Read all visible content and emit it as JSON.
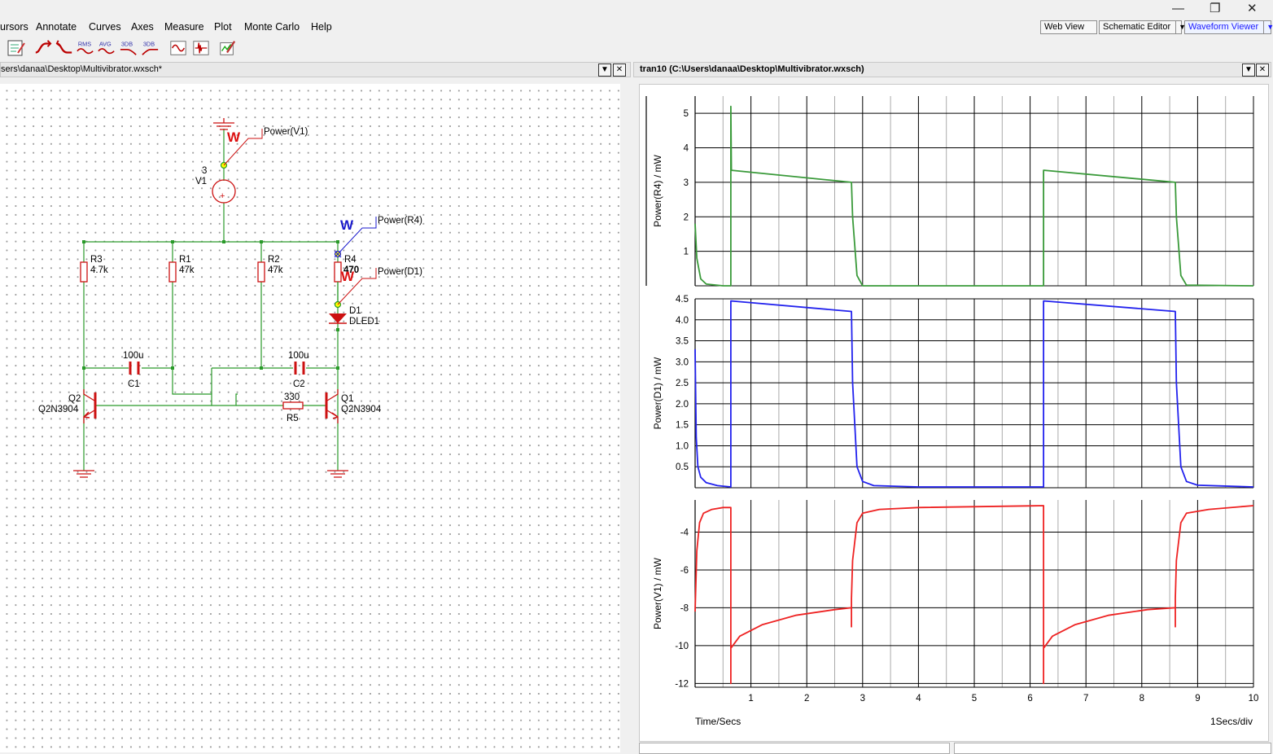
{
  "window": {
    "controls": {
      "minimize": "—",
      "restore": "❐",
      "close": "✕"
    }
  },
  "menu": [
    "ursors",
    "Annotate",
    "Curves",
    "Axes",
    "Measure",
    "Plot",
    "Monte Carlo",
    "Help"
  ],
  "views": {
    "web_view": "Web View",
    "schematic_editor": "Schematic Editor",
    "waveform_viewer": "Waveform Viewer"
  },
  "toolbar": {
    "icons": [
      "schematic-edit-icon",
      "curve-up-icon",
      "curve-down-icon",
      "rms-icon",
      "avg-icon",
      "3db-high-icon",
      "3db-low-icon",
      "sine-icon",
      "fft-icon",
      "annotate-plot-icon"
    ],
    "labels": {
      "rms": "RMS",
      "avg": "AVG",
      "db1": "3DB",
      "db2": "3DB"
    }
  },
  "schematic_panel": {
    "title": "sers\\danaa\\Desktop\\Multivibrator.wxsch*",
    "probes": {
      "v1": "Power(V1)",
      "r4": "Power(R4)",
      "d1": "Power(D1)",
      "w": "W"
    },
    "components": {
      "v1_node": "3",
      "v1_name": "V1",
      "r3_name": "R3",
      "r3_val": "4.7k",
      "r1_name": "R1",
      "r1_val": "47k",
      "r2_name": "R2",
      "r2_val": "47k",
      "r4_name": "R4",
      "r4_val": "470",
      "d1_name": "D1",
      "d1_model": "DLED1",
      "c1_val": "100u",
      "c1_name": "C1",
      "c2_val": "100u",
      "c2_name": "C2",
      "r5_val": "330",
      "r5_name": "R5",
      "q2_name": "Q2",
      "q2_model": "Q2N3904",
      "q1_name": "Q1",
      "q1_model": "Q2N3904"
    }
  },
  "waveform_panel": {
    "title": "tran10 (C:\\Users\\danaa\\Desktop\\Multivibrator.wxsch)",
    "x_axis_label": "Time/Secs",
    "x_scale_label": "1Secs/div"
  },
  "chart_data": [
    {
      "type": "line",
      "title": "",
      "xlabel": "Time/Secs",
      "ylabel": "Power(R4) / mW",
      "xlim": [
        0,
        10
      ],
      "ylim": [
        0,
        5.5
      ],
      "yticks": [
        1,
        2,
        3,
        4,
        5
      ],
      "color": "#3a9a3a",
      "series": [
        {
          "x": [
            0,
            0.03,
            0.1,
            0.2,
            0.5,
            0.64,
            0.64,
            0.65,
            2.8,
            2.82,
            2.9,
            3.0,
            6.24,
            6.24,
            6.25,
            8.6,
            8.62,
            8.7,
            8.8,
            10
          ],
          "values": [
            1.8,
            0.8,
            0.2,
            0.05,
            0.0,
            0.0,
            5.2,
            3.35,
            3.0,
            2.0,
            0.3,
            0.0,
            0.0,
            3.35,
            3.35,
            3.0,
            2.0,
            0.3,
            0.02,
            0.0
          ]
        }
      ]
    },
    {
      "type": "line",
      "title": "",
      "xlabel": "Time/Secs",
      "ylabel": "Power(D1) / mW",
      "xlim": [
        0,
        10
      ],
      "ylim": [
        0,
        4.5
      ],
      "yticks": [
        0.5,
        1.0,
        1.5,
        2.0,
        2.5,
        3.0,
        3.5,
        4.0,
        4.5
      ],
      "color": "#2222ee",
      "series": [
        {
          "x": [
            0,
            0.02,
            0.05,
            0.1,
            0.2,
            0.4,
            0.64,
            0.64,
            0.65,
            2.8,
            2.82,
            2.9,
            3.0,
            3.2,
            4.0,
            6.24,
            6.24,
            6.25,
            8.6,
            8.62,
            8.7,
            8.8,
            9.0,
            10
          ],
          "values": [
            3.3,
            1.2,
            0.5,
            0.25,
            0.12,
            0.05,
            0.02,
            4.45,
            4.45,
            4.2,
            2.5,
            0.5,
            0.15,
            0.05,
            0.02,
            0.02,
            4.45,
            4.45,
            4.2,
            2.5,
            0.5,
            0.15,
            0.06,
            0.02
          ]
        }
      ]
    },
    {
      "type": "line",
      "title": "",
      "xlabel": "Time/Secs",
      "ylabel": "Power(V1) / mW",
      "xlim": [
        0,
        10
      ],
      "ylim": [
        -12.2,
        -2.3
      ],
      "yticks": [
        -4,
        -6,
        -8,
        -10,
        -12
      ],
      "xticks": [
        1,
        2,
        3,
        4,
        5,
        6,
        7,
        8,
        9,
        10
      ],
      "color": "#ee2222",
      "series": [
        {
          "x": [
            0,
            0.03,
            0.08,
            0.15,
            0.3,
            0.5,
            0.64,
            0.64,
            0.64,
            0.65,
            0.8,
            1.2,
            1.8,
            2.5,
            2.8,
            2.8,
            2.8,
            2.82,
            2.9,
            3.0,
            3.3,
            4.0,
            6.24,
            6.24,
            6.24,
            6.25,
            6.4,
            6.8,
            7.4,
            8.1,
            8.6,
            8.6,
            8.6,
            8.62,
            8.7,
            8.8,
            9.2,
            10
          ],
          "values": [
            -8.2,
            -5.0,
            -3.5,
            -3.0,
            -2.8,
            -2.7,
            -2.7,
            -12.0,
            -10.1,
            -10.1,
            -9.5,
            -8.9,
            -8.4,
            -8.1,
            -8.0,
            -9.0,
            -7.5,
            -5.5,
            -3.5,
            -3.0,
            -2.8,
            -2.7,
            -2.6,
            -12.0,
            -10.1,
            -10.1,
            -9.5,
            -8.9,
            -8.4,
            -8.1,
            -8.0,
            -9.0,
            -7.5,
            -5.5,
            -3.5,
            -3.0,
            -2.8,
            -2.6
          ]
        }
      ]
    }
  ]
}
